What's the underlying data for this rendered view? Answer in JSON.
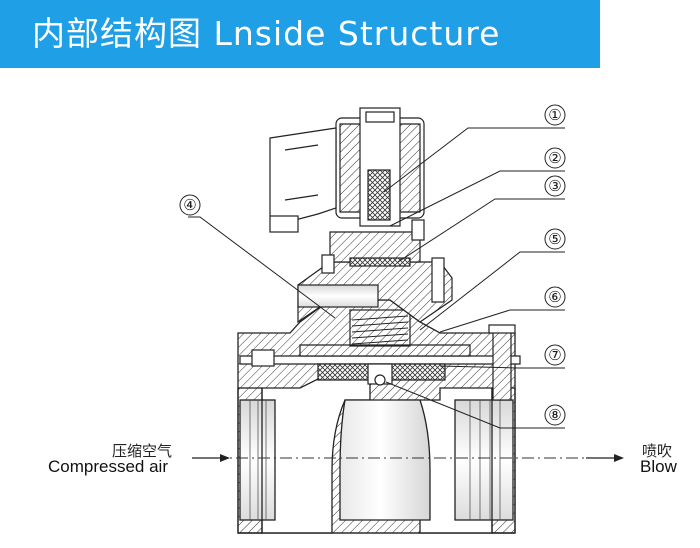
{
  "header": {
    "title": "内部结构图  Lnside Structure",
    "accent_color": "#1fa0e6"
  },
  "callouts": [
    "①",
    "②",
    "③",
    "④",
    "⑤",
    "⑥",
    "⑦",
    "⑧"
  ],
  "flow": {
    "inlet_cn": "压缩空气",
    "inlet_en": "Compressed air",
    "outlet_cn": "喷吹",
    "outlet_en": "Blow"
  }
}
